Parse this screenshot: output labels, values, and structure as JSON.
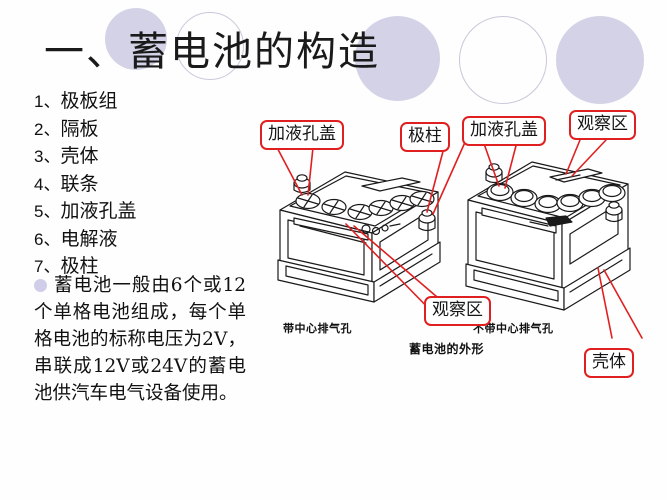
{
  "slide": {
    "title": "一、蓄电池的构造",
    "background_color": "#fefefe",
    "accent_color": "#d4d2e6",
    "callout_color": "#e02020"
  },
  "numbered_list": [
    {
      "num": "1、",
      "label": "极板组"
    },
    {
      "num": "2、",
      "label": "隔板"
    },
    {
      "num": "3、",
      "label": "壳体"
    },
    {
      "num": "4、",
      "label": "联条"
    },
    {
      "num": "5、",
      "label": "加液孔盖"
    },
    {
      "num": "6、",
      "label": "电解液"
    },
    {
      "num": "7、",
      "label": "极柱"
    }
  ],
  "paragraph": {
    "text": "蓄电池一般由6个或12个单格电池组成，每个单格电池的标称电压为2V，串联成12V或24V的蓄电池供汽车电气设备使用。"
  },
  "callouts": [
    {
      "id": "c1",
      "label": "加液孔盖"
    },
    {
      "id": "c2",
      "label": "极柱"
    },
    {
      "id": "c3",
      "label": "加液孔盖"
    },
    {
      "id": "c4",
      "label": "观察区"
    },
    {
      "id": "c5",
      "label": "观察区"
    },
    {
      "id": "c6",
      "label": "壳体"
    }
  ],
  "captions": [
    {
      "id": "cap1",
      "label": "带中心排气孔"
    },
    {
      "id": "cap2",
      "label": "蓄电池的外形"
    },
    {
      "id": "cap3",
      "label": "不带中心排气孔"
    }
  ]
}
